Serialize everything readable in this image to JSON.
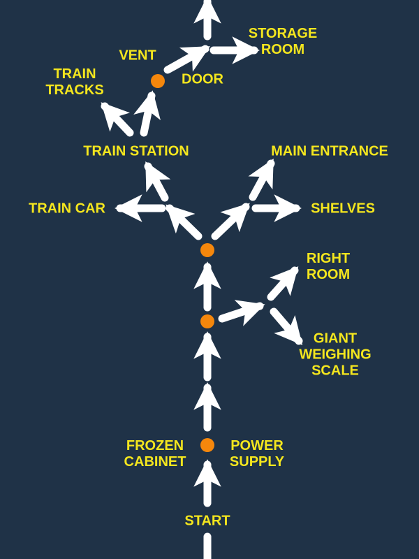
{
  "colors": {
    "background": "#1f3247",
    "label": "#f4e61e",
    "node": "#f5870c",
    "arrow": "#ffffff"
  },
  "labels": {
    "start": "START",
    "frozen_cabinet": "FROZEN\nCABINET",
    "power_supply": "POWER\nSUPPLY",
    "right_room": "RIGHT\nROOM",
    "giant_weighing_scale": "GIANT\nWEIGHING\nSCALE",
    "train_car": "TRAIN CAR",
    "shelves": "SHELVES",
    "train_station": "TRAIN STATION",
    "main_entrance": "MAIN ENTRANCE",
    "train_tracks": "TRAIN\nTRACKS",
    "vent": "VENT",
    "door": "DOOR",
    "storage_room": "STORAGE\nROOM"
  }
}
